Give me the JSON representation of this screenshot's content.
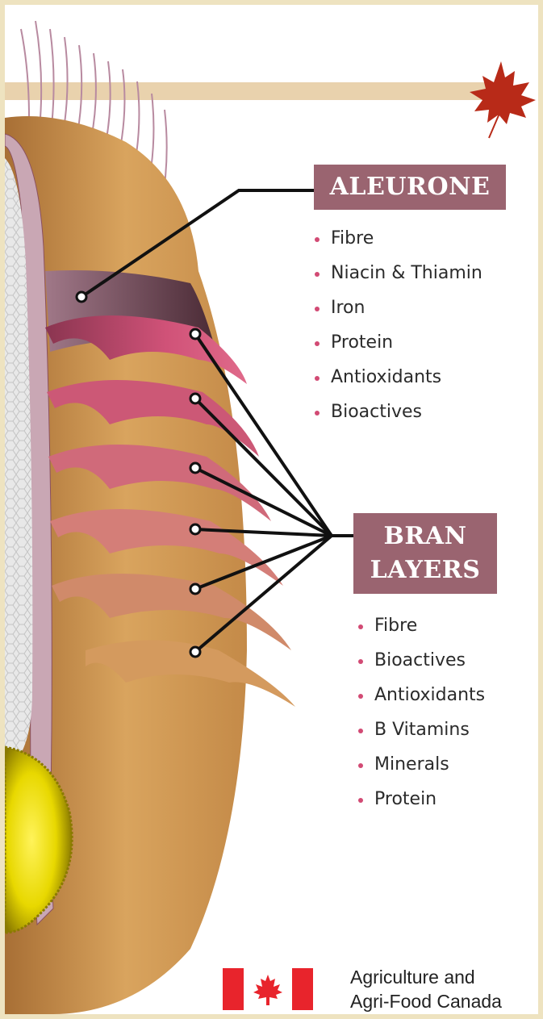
{
  "diagram": {
    "aleurone": {
      "title": "ALEURONE",
      "items": [
        "Fibre",
        "Niacin & Thiamin",
        "Iron",
        "Protein",
        "Antioxidants",
        "Bioactives"
      ]
    },
    "bran_layers": {
      "title_line1": "BRAN",
      "title_line2": "LAYERS",
      "items": [
        "Fibre",
        "Bioactives",
        "Antioxidants",
        "B Vitamins",
        "Minerals",
        "Protein"
      ]
    }
  },
  "footer": {
    "line1": "Agriculture and",
    "line2": "Agri-Food Canada"
  },
  "colors": {
    "label_box": "#9a6470",
    "bullet": "#d24a74",
    "grain": "#d4a05a",
    "bran": "#c96a6e",
    "flag_red": "#e8242c"
  }
}
